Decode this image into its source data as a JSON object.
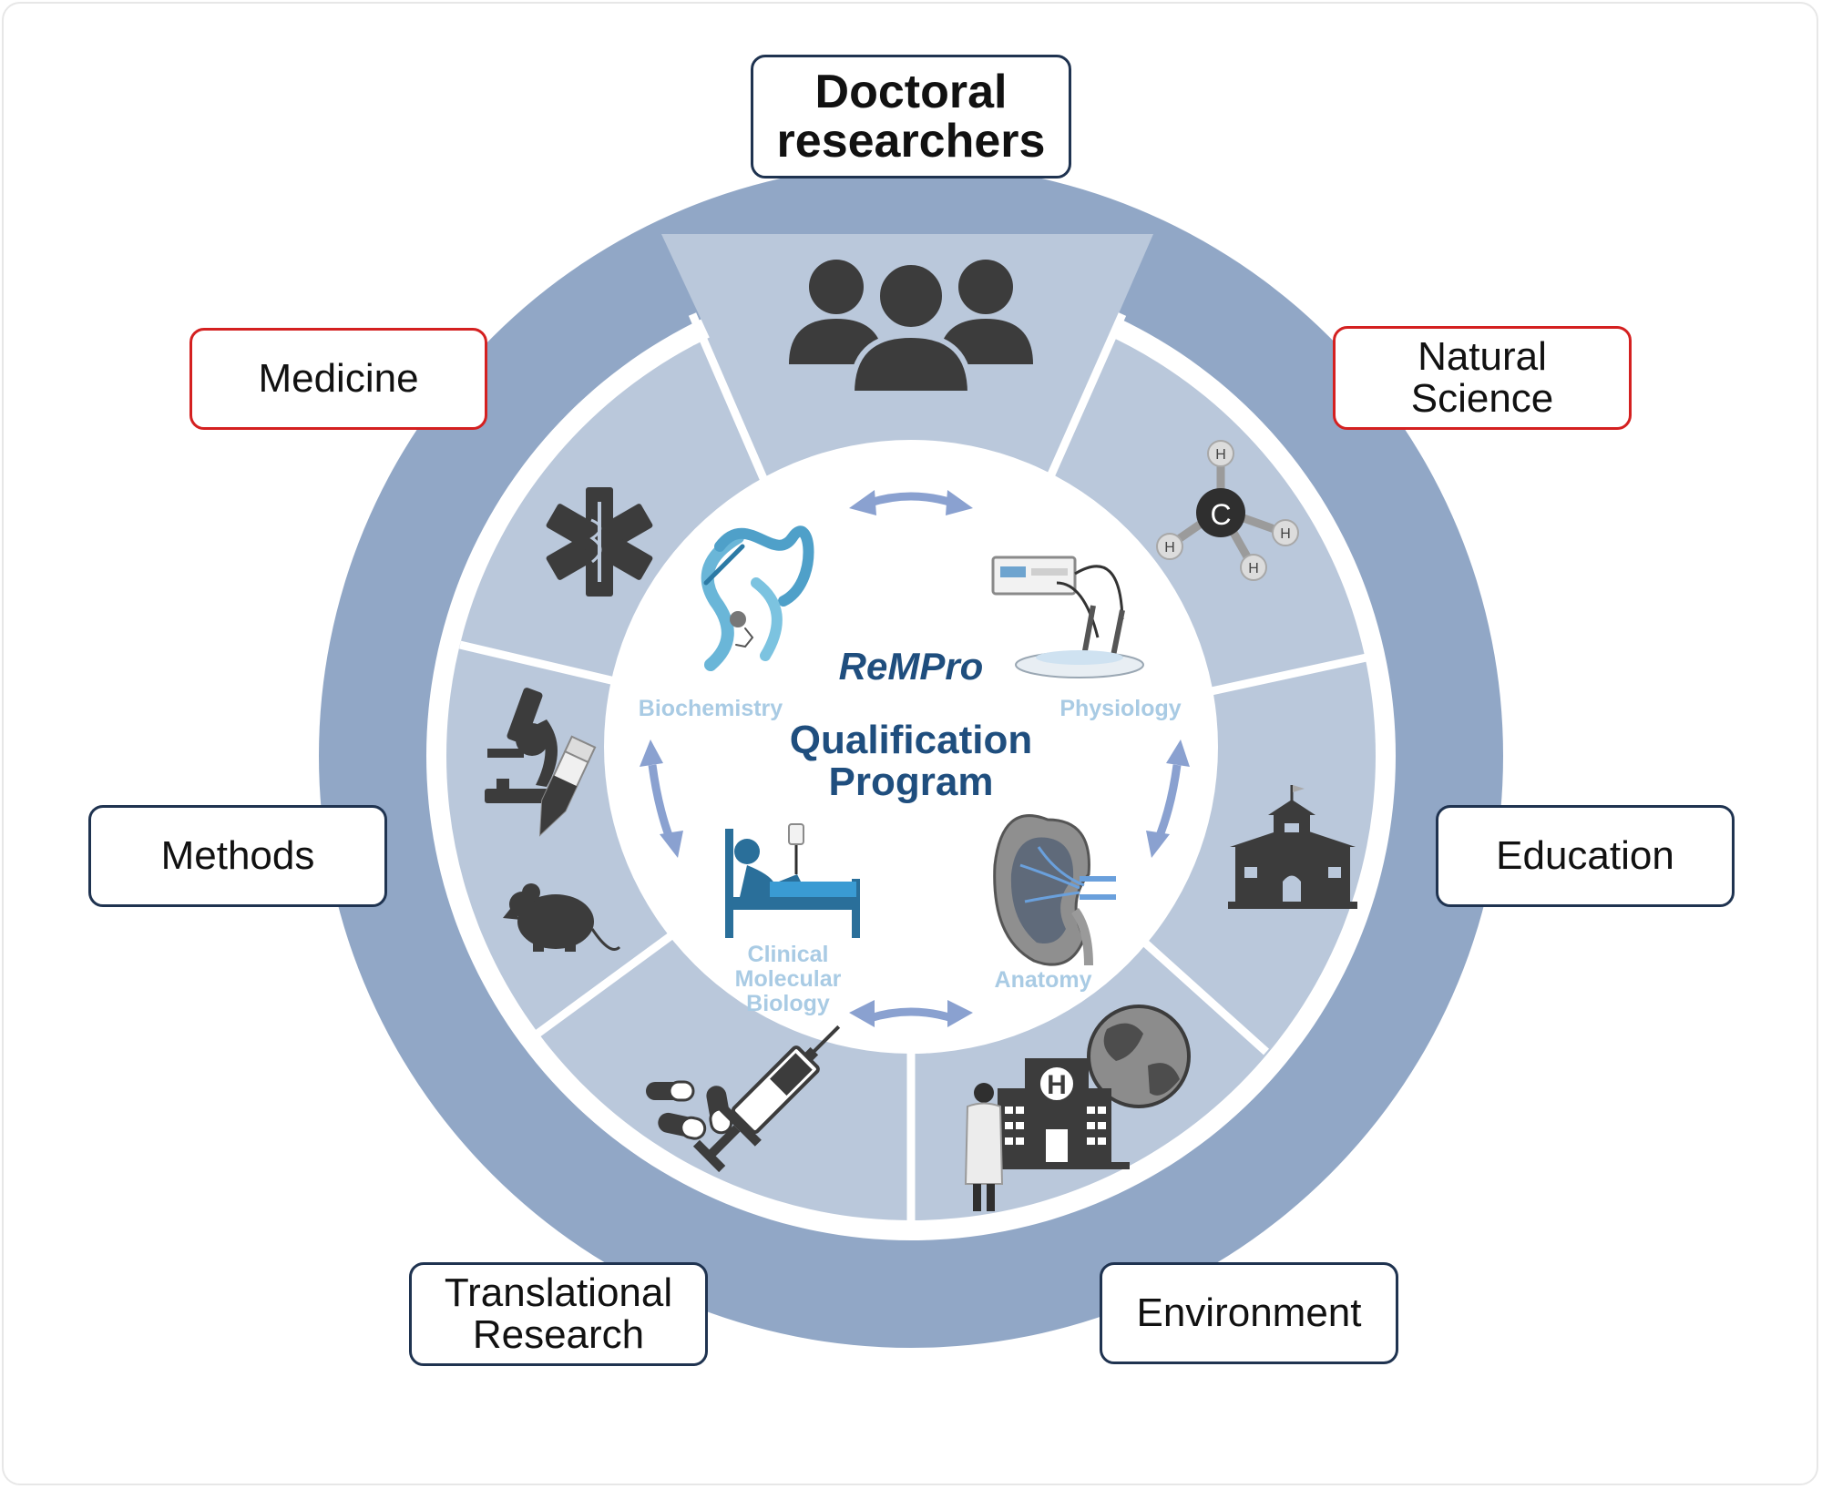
{
  "center": {
    "brand": "ReMPro",
    "program": "Qualification\nProgram"
  },
  "top_label": "Doctoral\nresearchers",
  "outer_labels": {
    "medicine": "Medicine",
    "natural_science": "Natural\nScience",
    "methods": "Methods",
    "education": "Education",
    "translational_research": "Translational\nResearch",
    "environment": "Environment"
  },
  "disciplines": {
    "biochemistry": "Biochemistry",
    "physiology": "Physiology",
    "clinical_molecular_biology": "Clinical\nMolecular\nBiology",
    "anatomy": "Anatomy"
  },
  "molecule_atoms": {
    "carbon": "C",
    "hydrogen": "H"
  },
  "hospital_sign": "H",
  "colors": {
    "outer_ring": "#91a7c6",
    "segments": "#bac8db",
    "dividers": "#ffffff",
    "icon_dark": "#3c3c3c",
    "arrow": "#8aa1d0",
    "box_border": "#1f3350",
    "box_border_highlight": "#d42020",
    "center_title": "#1f4e7e",
    "discipline_text": "#a9cbe4"
  },
  "icons": [
    "people-group-icon",
    "medical-star-of-life-icon",
    "methane-molecule-icon",
    "microscope-icon",
    "sample-tube-icon",
    "mouse-icon",
    "school-building-icon",
    "syringe-icon",
    "pills-icon",
    "hospital-icon",
    "globe-icon",
    "doctor-icon",
    "protein-ribbon-icon",
    "electrophysiology-device-icon",
    "hospital-bed-patient-icon",
    "kidney-icon"
  ]
}
